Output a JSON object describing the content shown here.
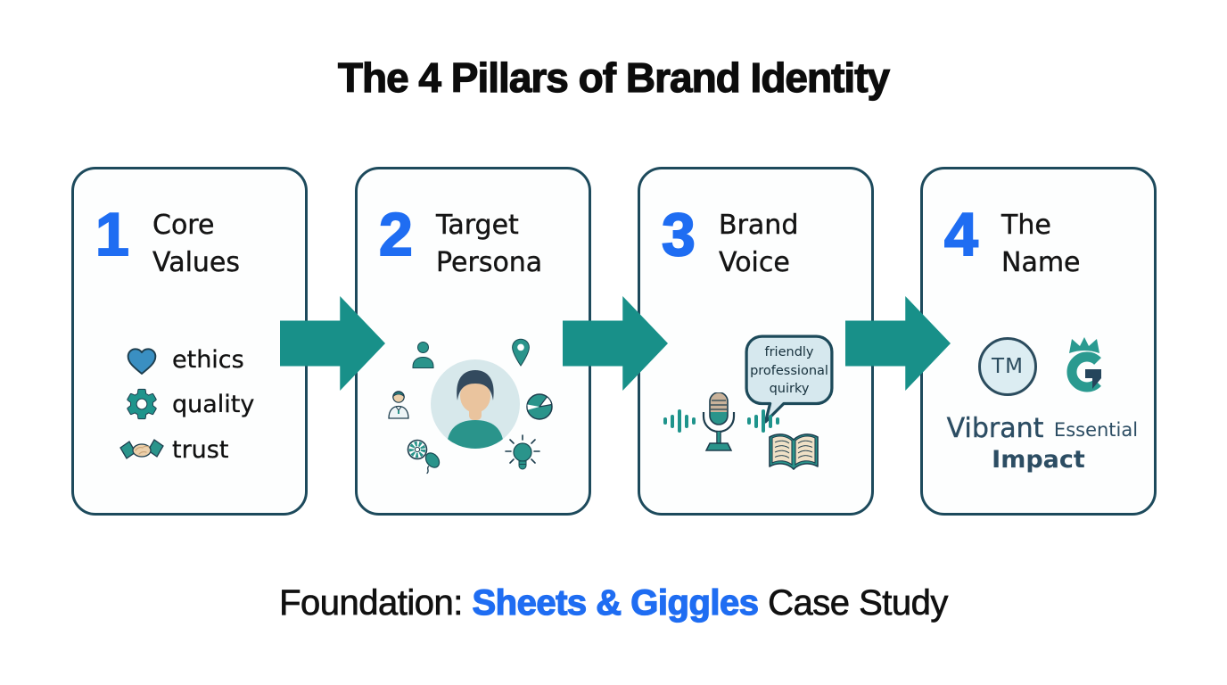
{
  "title": "The 4 Pillars of Brand Identity",
  "footer": {
    "prefix": "Foundation: ",
    "highlight": "Sheets & Giggles",
    "suffix": " Case Study"
  },
  "colors": {
    "accent_blue": "#1f6df2",
    "teal": "#189089",
    "card_border": "#1d4a5c",
    "navy_text": "#2c4d63",
    "light_blue_fill": "#d6e8ee",
    "tan": "#e6c8a2"
  },
  "pillars": [
    {
      "number": "1",
      "title": "Core Values",
      "title_line1": "Core",
      "title_line2": "Values",
      "values": [
        {
          "icon": "heart-icon",
          "label": "ethics"
        },
        {
          "icon": "gear-icon",
          "label": "quality"
        },
        {
          "icon": "handshake-icon",
          "label": "trust"
        }
      ]
    },
    {
      "number": "2",
      "title": "Target Persona",
      "title_line1": "Target",
      "title_line2": "Persona",
      "icons": [
        "user-icon",
        "location-pin-icon",
        "doctor-icon",
        "pie-chart-icon",
        "wheel-balloon-icon",
        "lightbulb-icon",
        "persona-avatar"
      ]
    },
    {
      "number": "3",
      "title": "Brand Voice",
      "title_line1": "Brand",
      "title_line2": "Voice",
      "speech_bubble": {
        "lines": [
          "friendly",
          "professional",
          "quirky"
        ]
      },
      "icons": [
        "sound-waves-icon",
        "microphone-icon",
        "open-book-icon"
      ]
    },
    {
      "number": "4",
      "title": "The Name",
      "title_line1": "The",
      "title_line2": "Name",
      "trademark": "TM",
      "icons": [
        "trademark-circle-icon",
        "crown-g-logo-icon"
      ],
      "name_words": [
        {
          "text": "Vibrant",
          "emphasis": "large"
        },
        {
          "text": "Essential",
          "emphasis": "small"
        },
        {
          "text": "Impact",
          "emphasis": "bold"
        }
      ]
    }
  ]
}
